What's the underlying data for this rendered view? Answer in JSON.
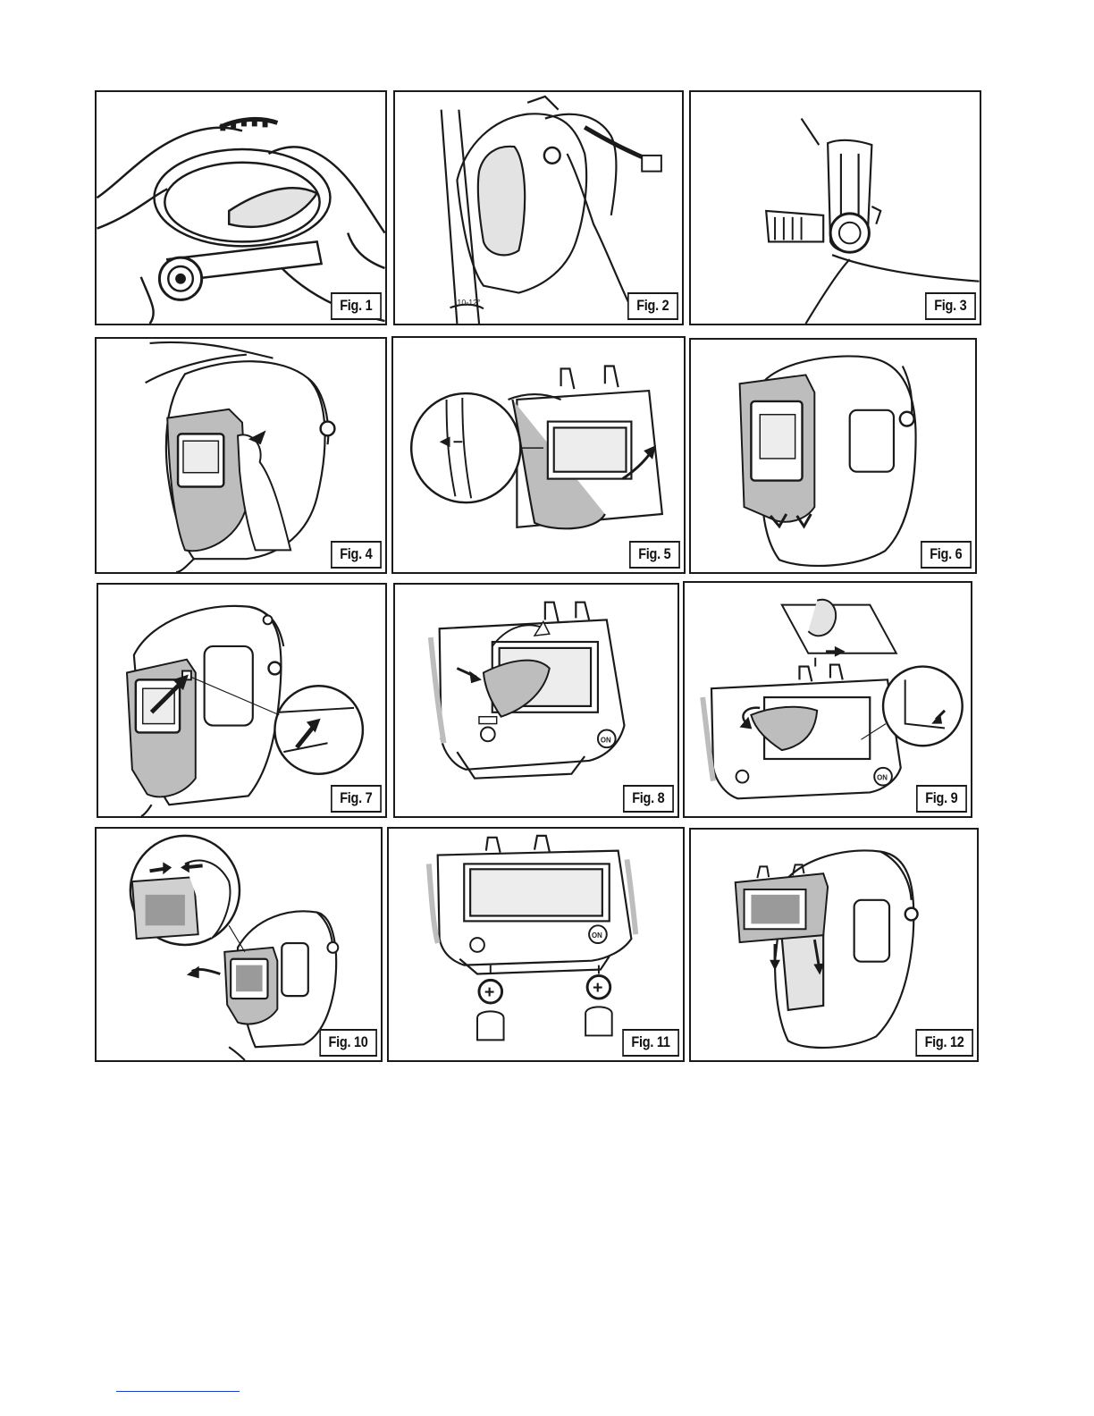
{
  "figures": [
    {
      "label": "Fig. 1"
    },
    {
      "label": "Fig. 2",
      "angle_text": "10-12°"
    },
    {
      "label": "Fig. 3"
    },
    {
      "label": "Fig. 4"
    },
    {
      "label": "Fig. 5"
    },
    {
      "label": "Fig. 6"
    },
    {
      "label": "Fig. 7"
    },
    {
      "label": "Fig. 8",
      "on_text": "ON"
    },
    {
      "label": "Fig. 9",
      "on_text": "ON"
    },
    {
      "label": "Fig. 10"
    },
    {
      "label": "Fig. 11",
      "on_text": "ON"
    },
    {
      "label": "Fig. 12"
    }
  ],
  "colors": {
    "line": "#1a1a1a",
    "shade": "#bdbdbd",
    "light_shade": "#e3e3e3",
    "link": "#1e3fc9"
  }
}
